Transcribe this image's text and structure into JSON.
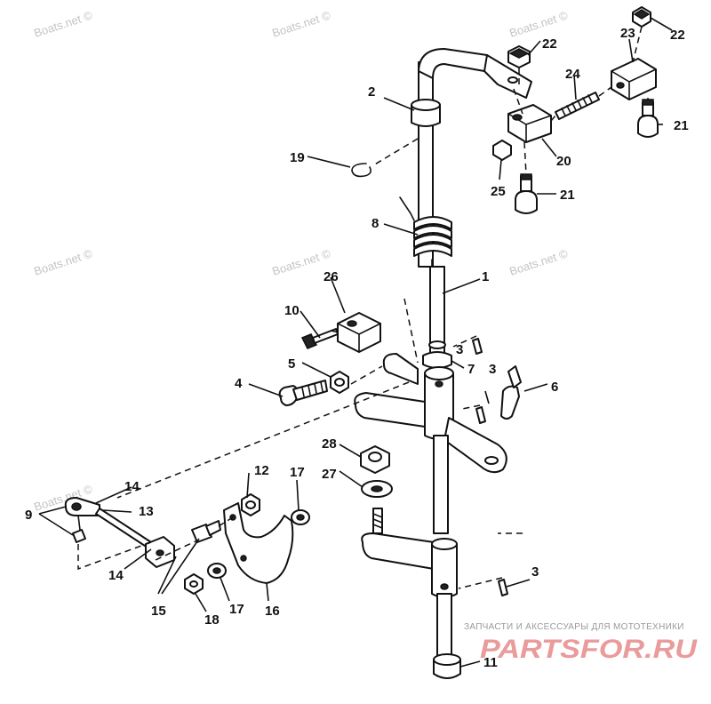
{
  "watermarks": [
    "Boats.net ©",
    "Boats.net ©",
    "Boats.net ©",
    "Boats.net ©",
    "Boats.net ©",
    "Boats.net ©",
    "Boats.net ©"
  ],
  "brand": {
    "tagline": "ЗАПЧАСТИ И АКСЕССУАРЫ ДЛЯ МОТОТЕХНИКИ",
    "name": "PARTSFOR.RU"
  },
  "callouts": [
    "1",
    "2",
    "3",
    "3",
    "3",
    "4",
    "5",
    "6",
    "7",
    "8",
    "9",
    "10",
    "11",
    "12",
    "13",
    "14",
    "14",
    "15",
    "16",
    "17",
    "17",
    "18",
    "19",
    "20",
    "21",
    "21",
    "22",
    "22",
    "23",
    "24",
    "25",
    "26",
    "27",
    "28"
  ]
}
